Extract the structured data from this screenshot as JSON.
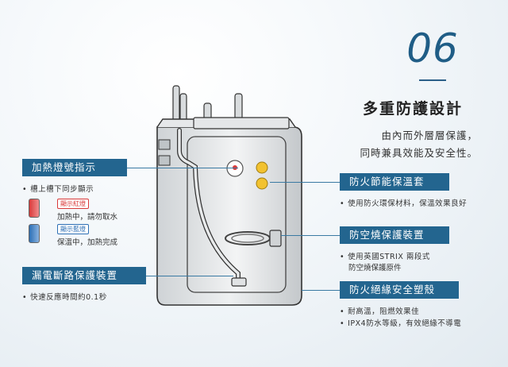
{
  "section_number": "06",
  "title": "多重防護設計",
  "intro_lines": [
    "由內而外層層保護，",
    "同時兼具效能及安全性。"
  ],
  "left_features": [
    {
      "label": "加熱燈號指示",
      "description": "槽上槽下同步顯示",
      "lamps": [
        {
          "name": "顯示紅燈",
          "caption": "加熱中，請勿取水",
          "color": "#d93a3a"
        },
        {
          "name": "顯示藍燈",
          "caption": "保溫中，加熱完成",
          "color": "#2d6fb5"
        }
      ]
    },
    {
      "label": "漏電斷路保護裝置",
      "description": "快速反應時間約0.1秒"
    }
  ],
  "right_features": [
    {
      "label": "防火節能保溫套",
      "lines": [
        "使用防火環保材料，保溫效果良好"
      ]
    },
    {
      "label": "防空燒保護裝置",
      "lines": [
        "使用英國STRIX 兩段式",
        "防空燒保護原件"
      ]
    },
    {
      "label": "防火絕緣安全塑殼",
      "lines": [
        "耐高溫，阻燃效果佳",
        "IPX4防水等級，有效絕緣不導電"
      ]
    }
  ],
  "colors": {
    "accent": "#23658f",
    "heading": "#1f5d86",
    "indicator_yellow": "#f2c230"
  },
  "icons": [
    "water-heater-illustration",
    "red-lamp-icon",
    "blue-lamp-icon"
  ]
}
